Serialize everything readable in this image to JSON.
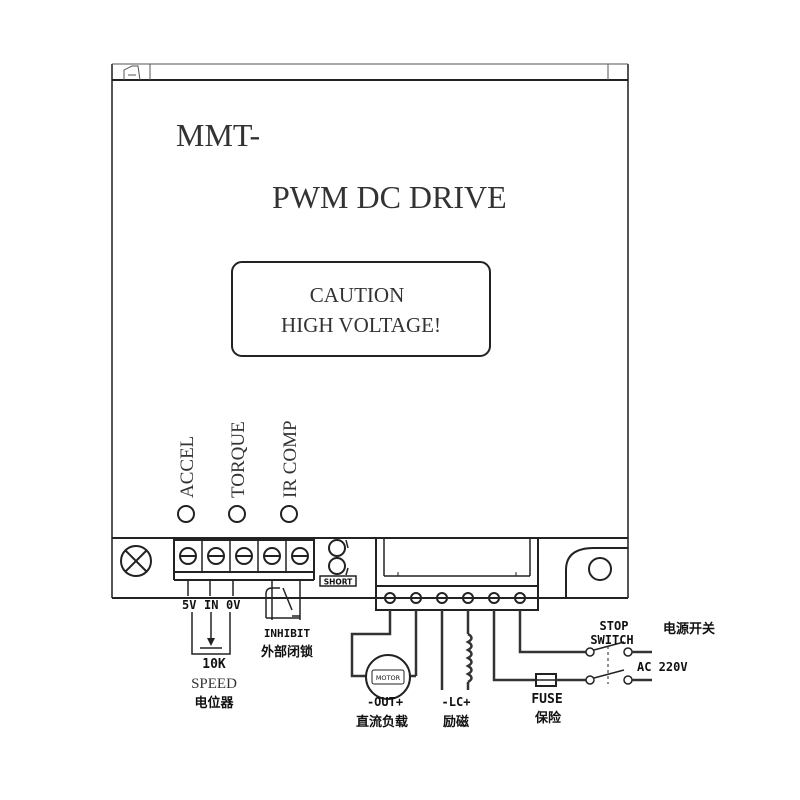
{
  "drive": {
    "model": "MMT-",
    "title": "PWM DC DRIVE",
    "caution_line1": "CAUTION",
    "caution_line2": "HIGH VOLTAGE!"
  },
  "pots": {
    "accel": "ACCEL",
    "torque": "TORQUE",
    "ir_comp": "IR COMP"
  },
  "jumper": {
    "label": "SHORT"
  },
  "control_terminals": {
    "pin_5v": "5V",
    "pin_in": "IN",
    "pin_0v": "0V"
  },
  "speed_pot": {
    "value": "10K",
    "label": "SPEED",
    "label_cn": "电位器"
  },
  "inhibit": {
    "label": "INHIBIT",
    "label_cn": "外部闭锁"
  },
  "motor": {
    "terminals": "-OUT+",
    "label_cn": "直流负载",
    "motor_text": "MOTOR"
  },
  "field": {
    "terminals": "-LC+",
    "label_cn": "励磁"
  },
  "fuse": {
    "label": "FUSE",
    "label_cn": "保险"
  },
  "stop_switch": {
    "line1": "STOP",
    "line2": "SWITCH",
    "label_cn": "电源开关"
  },
  "ac_input": {
    "label": "AC  220V"
  }
}
